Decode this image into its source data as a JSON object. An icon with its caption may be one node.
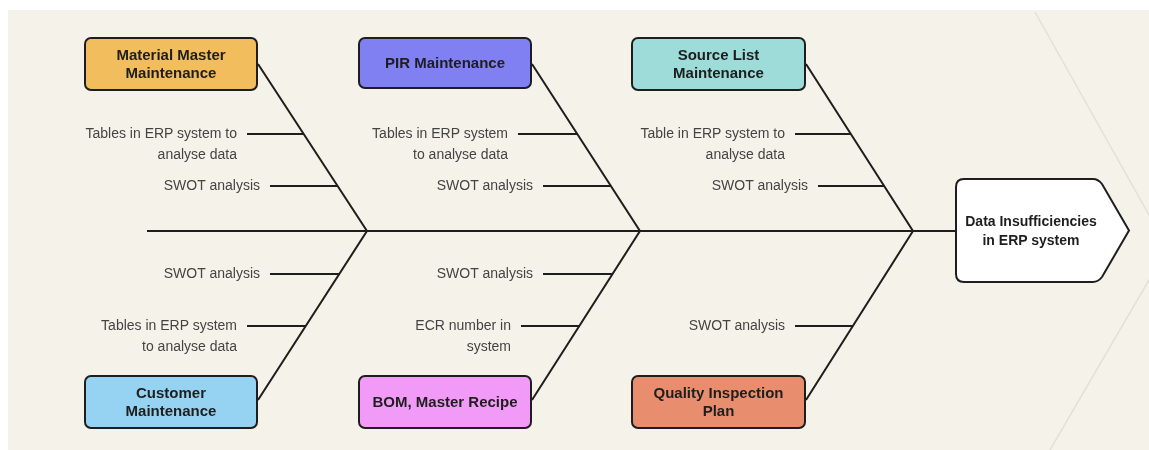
{
  "diagram": {
    "nodes": [
      {
        "text": [
          "Material Master Maintenance"
        ]
      },
      {
        "text": [
          "PIR Maintenance"
        ]
      },
      {
        "text": [
          "Source List Maintenance"
        ]
      },
      {
        "text": [
          "Tables in ERP system to analyse data"
        ]
      },
      {
        "text": [
          "Tables in ERP system to analyse data"
        ]
      },
      {
        "text": [
          "Table in ERP system to analyse data"
        ]
      },
      {
        "text": [
          "SWOT analysis"
        ]
      },
      {
        "text": [
          "SWOT analysis"
        ]
      },
      {
        "text": [
          "SWOT analysis"
        ]
      },
      {
        "text": [
          "Data Insufficiencies in ERP system"
        ]
      },
      {
        "text": [
          "SWOT analysis"
        ]
      },
      {
        "text": [
          "SWOT analysis"
        ]
      },
      {
        "text": [
          "Tables in ERP system to analyse data"
        ]
      },
      {
        "text": [
          "ECR number in system"
        ]
      },
      {
        "text": [
          "SWOT analysis"
        ]
      },
      {
        "text": [
          "Customer Maintenance"
        ]
      },
      {
        "text": [
          "BOM, Master Recipe"
        ]
      },
      {
        "text": [
          "Quality Inspection Plan"
        ]
      }
    ],
    "edges": [
      {
        "from": 0,
        "to": 9,
        "arrow": "none"
      },
      {
        "from": 1,
        "to": 9,
        "arrow": "none"
      },
      {
        "from": 2,
        "to": 9,
        "arrow": "none"
      },
      {
        "from": 15,
        "to": 9,
        "arrow": "none"
      },
      {
        "from": 16,
        "to": 9,
        "arrow": "none"
      },
      {
        "from": 17,
        "to": 9,
        "arrow": "none"
      },
      {
        "from": 3,
        "to": null,
        "arrow": "none"
      },
      {
        "from": 6,
        "to": null,
        "arrow": "none"
      },
      {
        "from": 4,
        "to": null,
        "arrow": "none"
      },
      {
        "from": 7,
        "to": null,
        "arrow": "none"
      },
      {
        "from": 5,
        "to": null,
        "arrow": "none"
      },
      {
        "from": 8,
        "to": null,
        "arrow": "none"
      },
      {
        "from": 10,
        "to": null,
        "arrow": "none"
      },
      {
        "from": 12,
        "to": null,
        "arrow": "none"
      },
      {
        "from": 11,
        "to": null,
        "arrow": "none"
      },
      {
        "from": 13,
        "to": null,
        "arrow": "none"
      },
      {
        "from": 14,
        "to": null,
        "arrow": "none"
      }
    ]
  }
}
